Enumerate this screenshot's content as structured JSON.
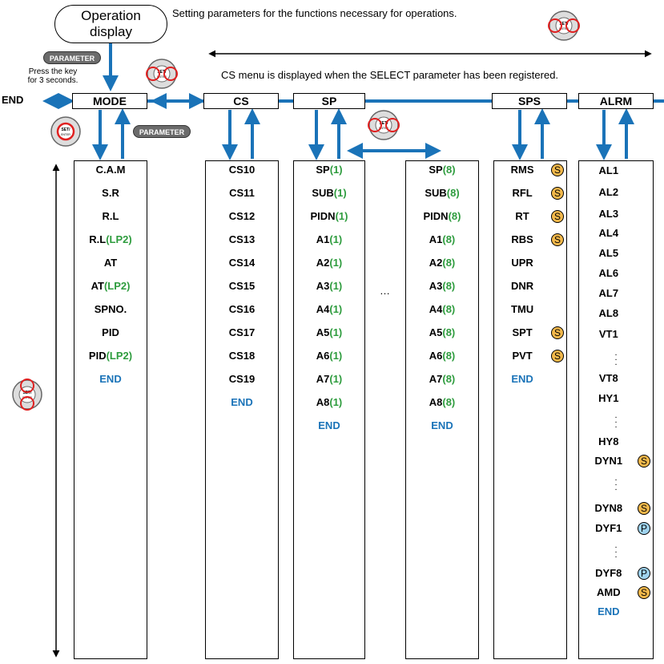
{
  "operation_display": {
    "line1": "Operation",
    "line2": "display"
  },
  "notes": {
    "setting_params": "Setting parameters for the functions necessary for operations.",
    "cs_menu": "CS menu is displayed when the SELECT parameter has been registered.",
    "press_key_1": "Press the key",
    "press_key_2": "for 3 seconds.",
    "end_left": "END",
    "ellipsis": "…"
  },
  "buttons": {
    "parameter": "PARAMETER",
    "set": "SET/",
    "enter": "ENTER"
  },
  "menus": {
    "mode": "MODE",
    "cs": "CS",
    "sp": "SP",
    "sps": "SPS",
    "alrm": "ALRM"
  },
  "mode_items": [
    {
      "t": "C.A.M"
    },
    {
      "t": "S.R"
    },
    {
      "t": "R.L"
    },
    {
      "t": "R.L",
      "g": "(LP2)"
    },
    {
      "t": "AT"
    },
    {
      "t": "AT",
      "g": "(LP2)"
    },
    {
      "t": "SPNO."
    },
    {
      "t": "PID"
    },
    {
      "t": "PID",
      "g": "(LP2)"
    }
  ],
  "cs_items": [
    "CS10",
    "CS11",
    "CS12",
    "CS13",
    "CS14",
    "CS15",
    "CS16",
    "CS17",
    "CS18",
    "CS19"
  ],
  "sp1_items": [
    {
      "t": "SP",
      "g": "(1)"
    },
    {
      "t": "SUB",
      "g": "(1)"
    },
    {
      "t": "PIDN",
      "g": "(1)"
    },
    {
      "t": "A1",
      "g": "(1)"
    },
    {
      "t": "A2",
      "g": "(1)"
    },
    {
      "t": "A3",
      "g": "(1)"
    },
    {
      "t": "A4",
      "g": "(1)"
    },
    {
      "t": "A5",
      "g": "(1)"
    },
    {
      "t": "A6",
      "g": "(1)"
    },
    {
      "t": "A7",
      "g": "(1)"
    },
    {
      "t": "A8",
      "g": "(1)"
    }
  ],
  "sp8_items": [
    {
      "t": "SP",
      "g": "(8)"
    },
    {
      "t": "SUB",
      "g": "(8)"
    },
    {
      "t": "PIDN",
      "g": "(8)"
    },
    {
      "t": "A1",
      "g": "(8)"
    },
    {
      "t": "A2",
      "g": "(8)"
    },
    {
      "t": "A3",
      "g": "(8)"
    },
    {
      "t": "A4",
      "g": "(8)"
    },
    {
      "t": "A5",
      "g": "(8)"
    },
    {
      "t": "A6",
      "g": "(8)"
    },
    {
      "t": "A7",
      "g": "(8)"
    },
    {
      "t": "A8",
      "g": "(8)"
    }
  ],
  "sps_items": [
    {
      "t": "RMS",
      "b": "S"
    },
    {
      "t": "RFL",
      "b": "S"
    },
    {
      "t": "RT",
      "b": "S"
    },
    {
      "t": "RBS",
      "b": "S"
    },
    {
      "t": "UPR"
    },
    {
      "t": "DNR"
    },
    {
      "t": "TMU"
    },
    {
      "t": "SPT",
      "b": "S"
    },
    {
      "t": "PVT",
      "b": "S"
    }
  ],
  "alrm_items": [
    {
      "t": "AL1"
    },
    {
      "t": "AL2"
    },
    {
      "t": "AL3"
    },
    {
      "t": "AL4"
    },
    {
      "t": "AL5"
    },
    {
      "t": "AL6"
    },
    {
      "t": "AL7"
    },
    {
      "t": "AL8"
    },
    {
      "t": "VT1"
    },
    {
      "t": "VT8"
    },
    {
      "t": "HY1"
    },
    {
      "t": "HY8"
    },
    {
      "t": "DYN1",
      "b": "S"
    },
    {
      "t": "DYN8",
      "b": "S"
    },
    {
      "t": "DYF1",
      "b": "P"
    },
    {
      "t": "DYF8",
      "b": "P"
    },
    {
      "t": "AMD",
      "b": "S"
    }
  ],
  "end_label": "END",
  "badge_labels": {
    "S": "S",
    "P": "P"
  },
  "colors": {
    "arrow_blue": "#1a73b8",
    "green": "#2e9c3e",
    "badge_s": "#f2b84b",
    "badge_p": "#9fd3ef",
    "ring_red": "#e02020"
  }
}
